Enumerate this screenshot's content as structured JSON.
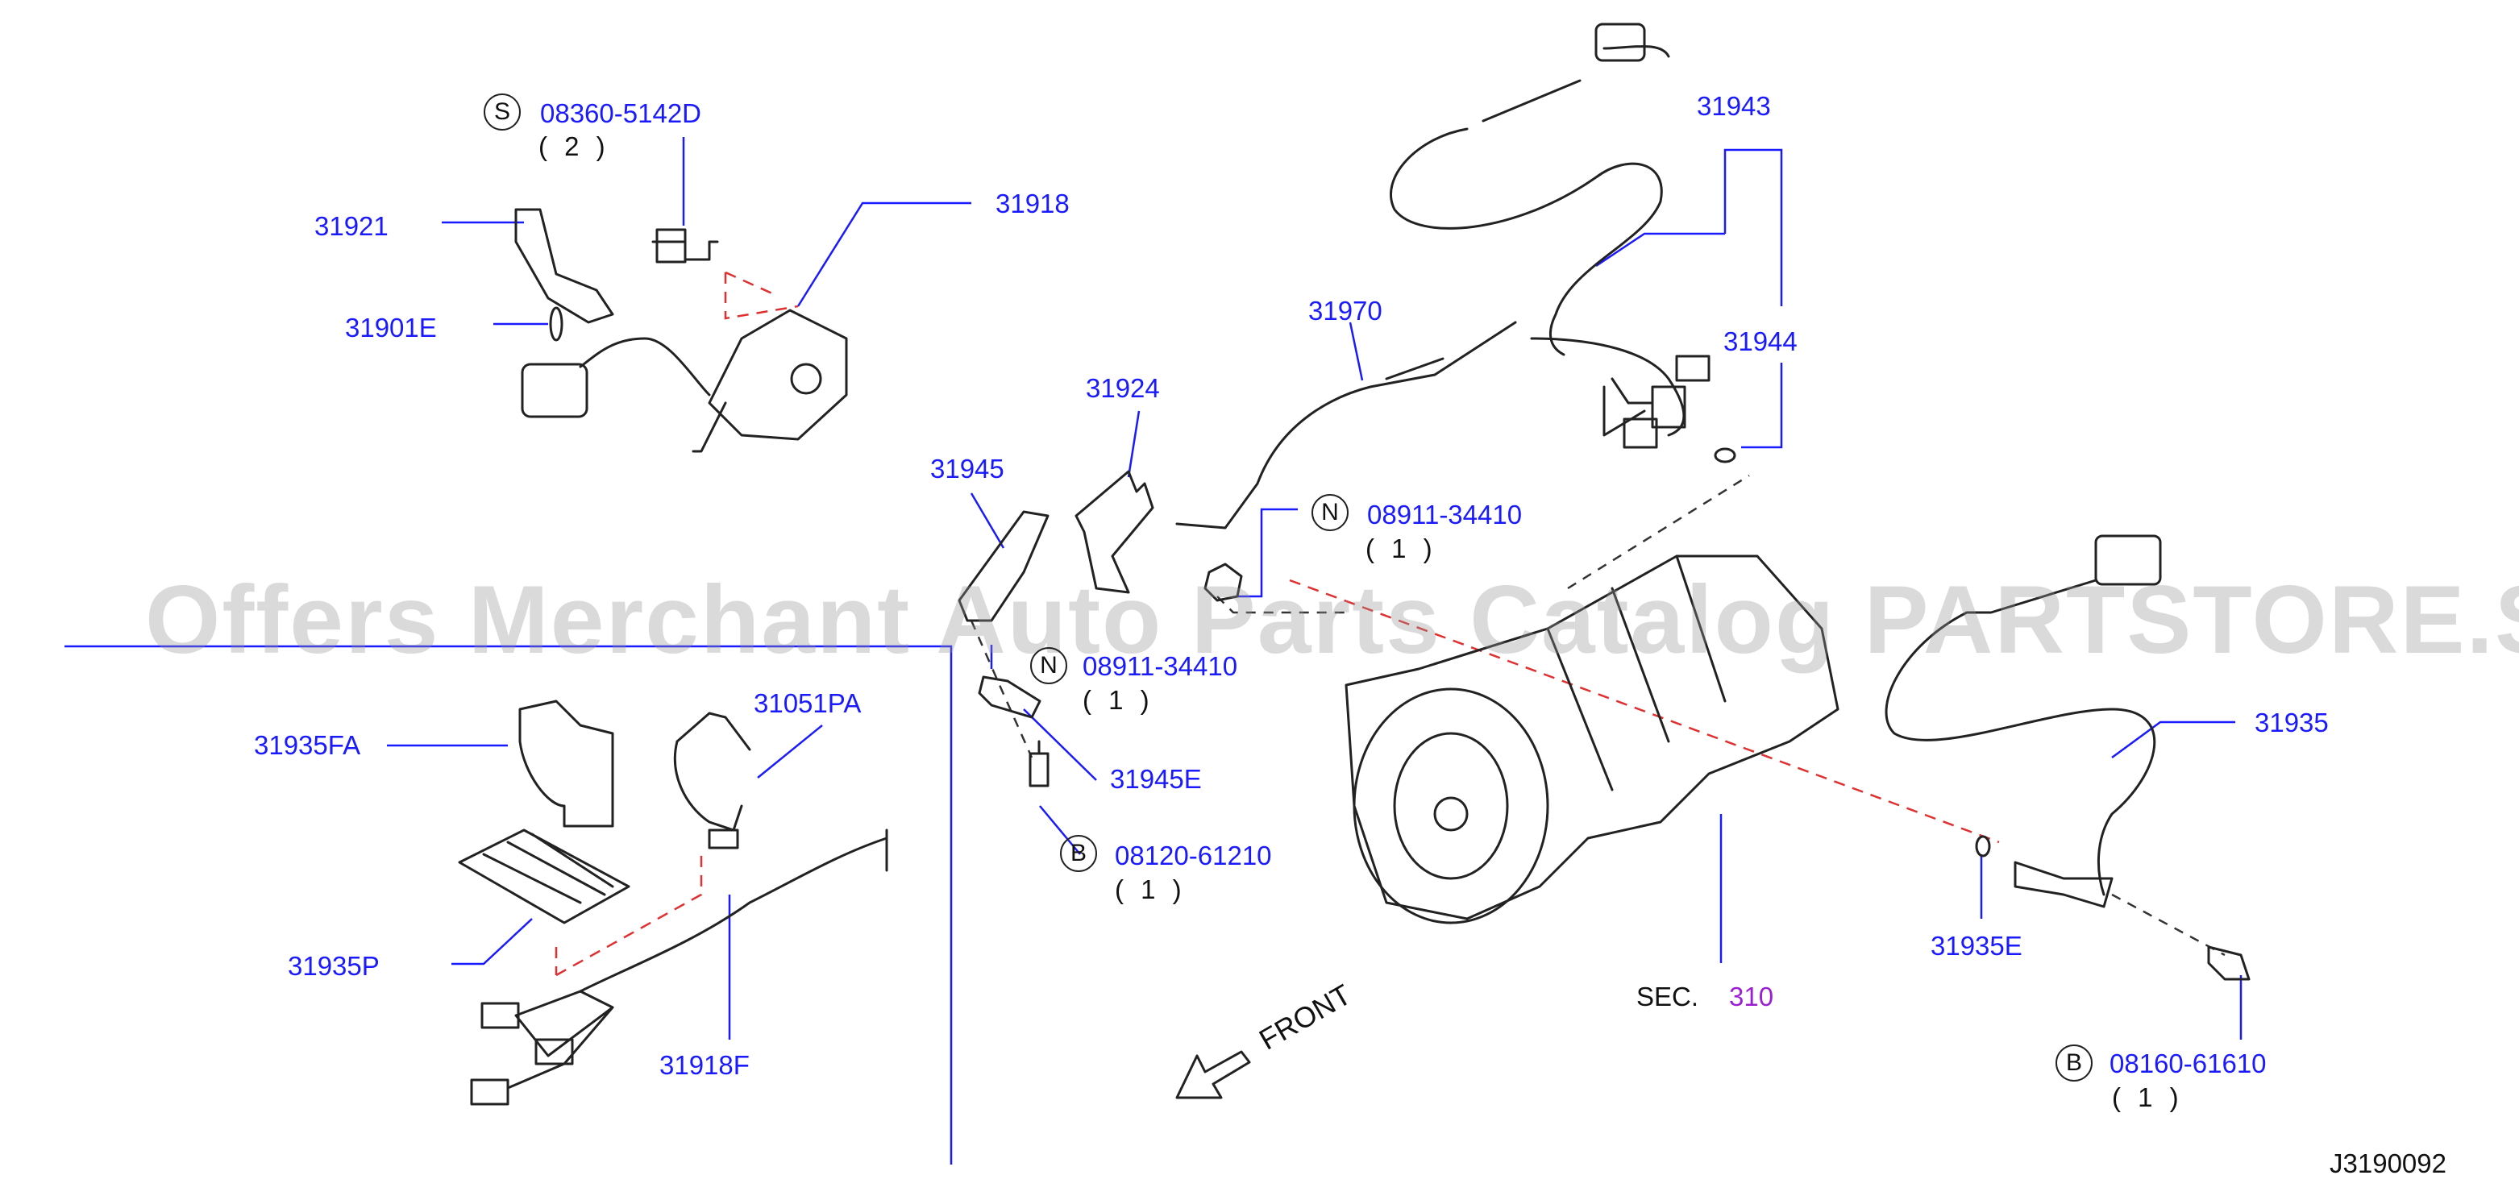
{
  "watermark": "Offers Merchant Auto Parts Catalog PARTSTORE.SA",
  "diagram_code": "J3190092",
  "front_label": "FRONT",
  "section_ref": {
    "prefix": "SEC.",
    "number": "310"
  },
  "parts": {
    "p31943": "31943",
    "p31944": "31944",
    "p31970": "31970",
    "p31918": "31918",
    "p31921": "31921",
    "p31901E": "31901E",
    "p31924": "31924",
    "p31945": "31945",
    "p31945E": "31945E",
    "p31935": "31935",
    "p31935E": "31935E",
    "p31935FA": "31935FA",
    "p31051PA": "31051PA",
    "p31935P": "31935P",
    "p31918F": "31918F"
  },
  "fasteners": {
    "s_bolt": {
      "prefix": "S",
      "number": "08360-5142D",
      "qty": "( 2 )"
    },
    "n_nut_1": {
      "prefix": "N",
      "number": "08911-34410",
      "qty": "( 1 )"
    },
    "n_nut_2": {
      "prefix": "N",
      "number": "08911-34410",
      "qty": "( 1 )"
    },
    "b_bolt_1": {
      "prefix": "B",
      "number": "08120-61210",
      "qty": "( 1 )"
    },
    "b_bolt_2": {
      "prefix": "B",
      "number": "08160-61610",
      "qty": "( 1 )"
    }
  }
}
